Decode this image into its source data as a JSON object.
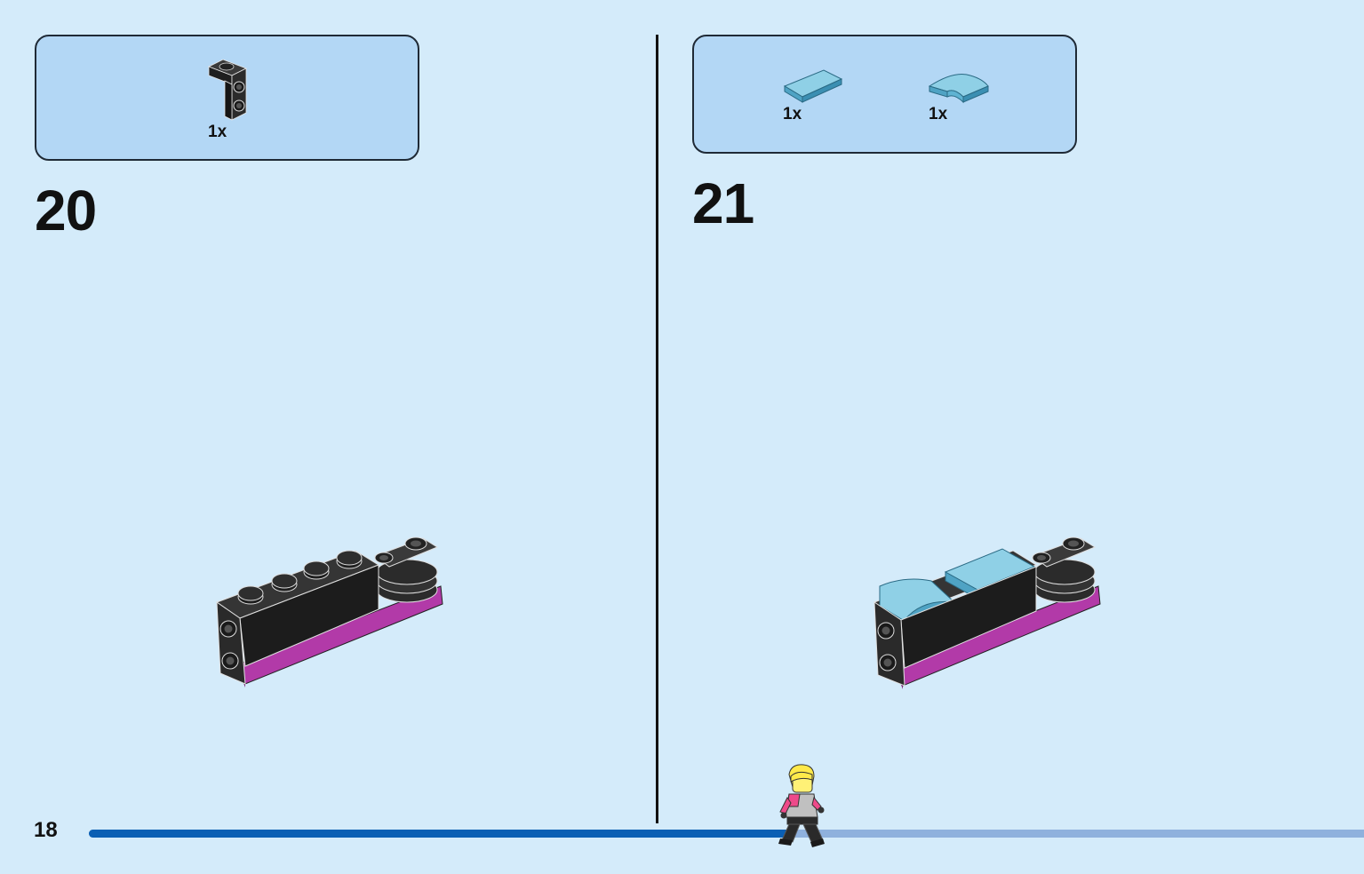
{
  "page": {
    "number": "18",
    "progress_fraction": 0.55
  },
  "steps": [
    {
      "number": "20",
      "parts": [
        {
          "qty": "1x",
          "icon": "black-bracket-brick-icon",
          "color": "#2e2e2e"
        }
      ]
    },
    {
      "number": "21",
      "parts": [
        {
          "qty": "1x",
          "icon": "light-blue-tile-icon",
          "color": "#6fbfdb"
        },
        {
          "qty": "1x",
          "icon": "light-blue-curved-slope-icon",
          "color": "#6fbfdb"
        }
      ]
    }
  ],
  "colors": {
    "background": "#d4ebfa",
    "parts_box": "#b3d7f5",
    "progress_done": "#0a5fb4",
    "progress_remaining": "#8fb1dd",
    "magenta_plate": "#b23aa8",
    "black_brick": "#2b2b2b"
  }
}
